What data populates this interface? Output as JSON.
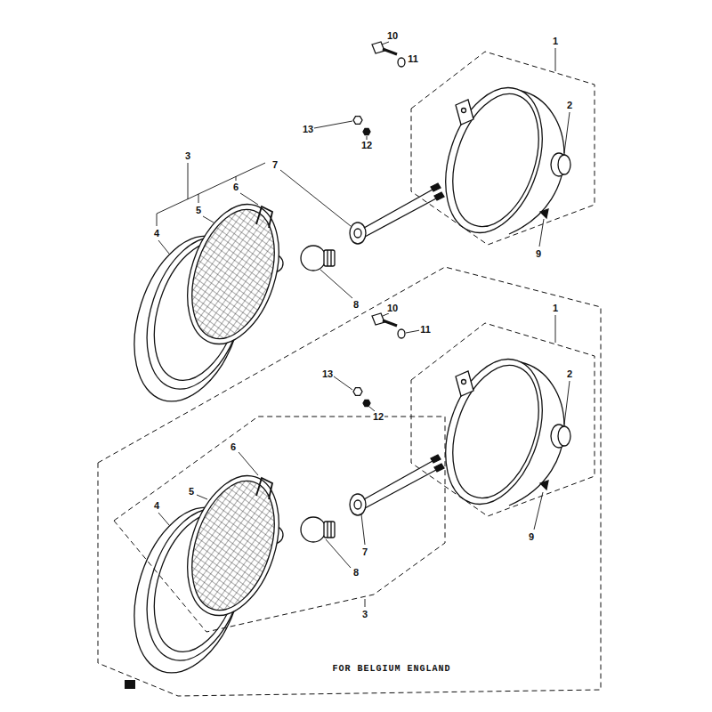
{
  "diagram": {
    "caption": "FOR BELGIUM ENGLAND",
    "labels": [
      "10",
      "11",
      "1",
      "2",
      "13",
      "12",
      "3",
      "6",
      "7",
      "4",
      "5",
      "8",
      "9",
      "10",
      "11",
      "1",
      "2",
      "13",
      "12",
      "6",
      "7",
      "4",
      "5",
      "8",
      "9",
      "3"
    ]
  }
}
